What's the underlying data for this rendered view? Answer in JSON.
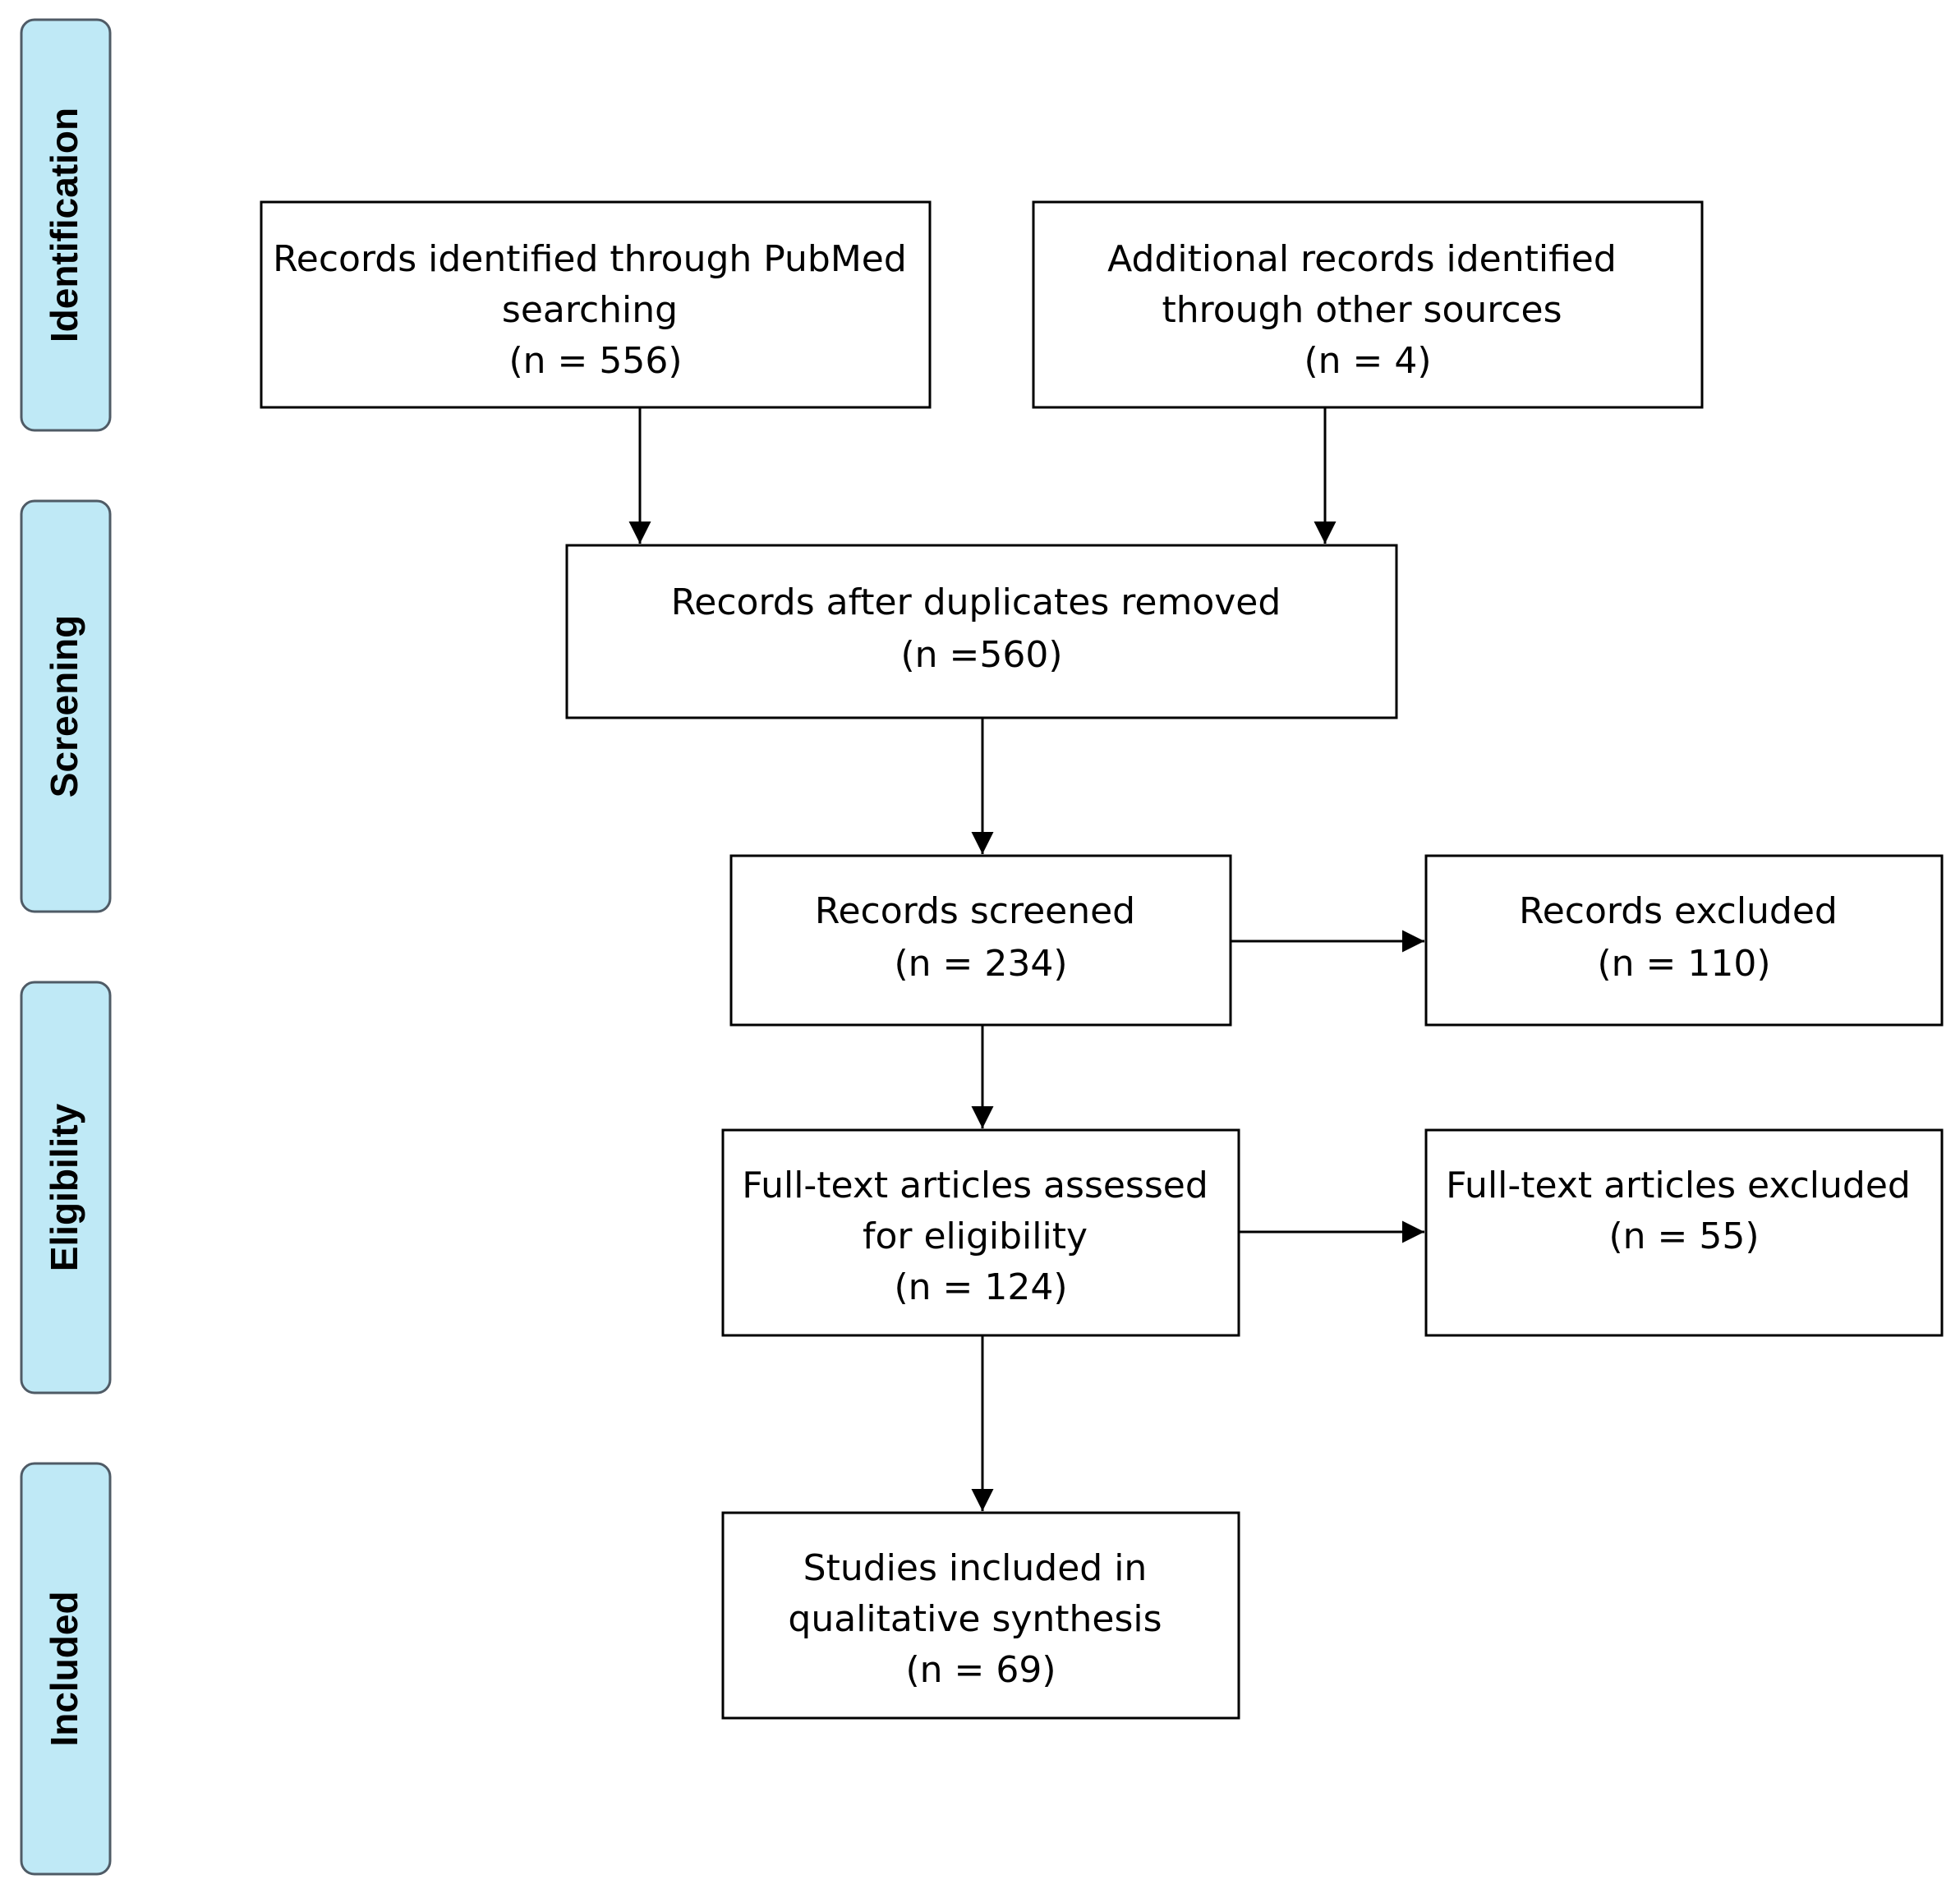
{
  "phases": {
    "identification": "Identification",
    "screening": "Screening",
    "eligibility": "Eligibility",
    "included": "Included"
  },
  "boxes": {
    "pubmed": [
      "Records identified through PubMed",
      "searching",
      "(n = 556)"
    ],
    "other_sources": [
      "Additional records identified",
      "through other sources",
      "(n = 4)"
    ],
    "duplicates_removed": [
      "Records after duplicates removed",
      "(n =560)"
    ],
    "screened": [
      "Records screened",
      "(n = 234)"
    ],
    "excluded": [
      "Records excluded",
      "(n = 110)"
    ],
    "fulltext_assessed": [
      "Full-text articles assessed",
      "for eligibility",
      "(n = 124)"
    ],
    "fulltext_excluded": [
      "Full-text articles excluded",
      "(n = 55)"
    ],
    "included_studies": [
      "Studies included in",
      "qualitative synthesis",
      "(n = 69)"
    ]
  },
  "colors": {
    "phase_fill": "#bfe9f6",
    "phase_border": "#4f5b66",
    "box_border": "#000000"
  }
}
